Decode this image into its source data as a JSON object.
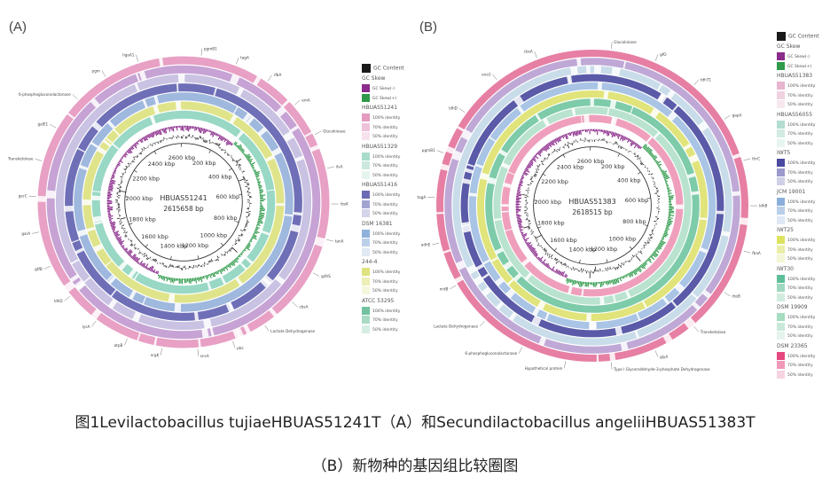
{
  "panels": [
    {
      "id": "A",
      "label": "(A)",
      "center_title": "HBUAS51241",
      "center_size": "2615658 bp",
      "ticks": [
        "200 kbp",
        "400 kbp",
        "600 kbp",
        "800 kbp",
        "1000 kbp",
        "1200 kbp",
        "1400 kbp",
        "1600 kbp",
        "1800 kbp",
        "2000 kbp",
        "2200 kbp",
        "2400 kbp",
        "2600 kbp"
      ],
      "ring_colors": [
        "#e8a0c4",
        "#c6a3d4",
        "#c9c2e2",
        "#6f6fb8",
        "#9fb8de",
        "#dfe48a",
        "#98d8c4"
      ],
      "genes": [
        "pgmB1",
        "tagA",
        "rfbA",
        "emA",
        "Glucokinase",
        "ilvA",
        "rbsK",
        "tanA",
        "gdhS",
        "cbsA",
        "Lactate Dehydrogenase",
        "pbc",
        "sncA",
        "nrgK",
        "atpB",
        "lysA",
        "ldhD",
        "gtfB",
        "garA",
        "gerC",
        "Transketolase",
        "galE1",
        "6-phosphogluconolactonase",
        "pgm",
        "ligaA1"
      ],
      "legend": [
        {
          "title": "GC Content",
          "swatch": "#1a1a1a"
        },
        {
          "title": "GC Skew",
          "items": [
            {
              "label": "GC Skew(-)",
              "color": "#8b2b8b"
            },
            {
              "label": "GC Skew(+)",
              "color": "#2e9a4a"
            }
          ]
        },
        {
          "title": "HBUAS51241",
          "items": [
            {
              "label": "100% identity",
              "color": "#e59ac0"
            },
            {
              "label": "70% identity",
              "color": "#eec3d9"
            },
            {
              "label": "50% identity",
              "color": "#f6e2ec"
            }
          ]
        },
        {
          "title": "HBUAS51329",
          "items": [
            {
              "label": "100% identity",
              "color": "#a8dccb"
            },
            {
              "label": "70% identity",
              "color": "#cbe9de"
            },
            {
              "label": "50% identity",
              "color": "#e6f4ee"
            }
          ]
        },
        {
          "title": "HBUAS51416",
          "items": [
            {
              "label": "100% identity",
              "color": "#6b6bb5"
            },
            {
              "label": "70% identity",
              "color": "#a4a4d3"
            },
            {
              "label": "50% identity",
              "color": "#d3d3ea"
            }
          ]
        },
        {
          "title": "DSM 16381",
          "items": [
            {
              "label": "100% identity",
              "color": "#8fb1dc"
            },
            {
              "label": "70% identity",
              "color": "#bcd0ea"
            },
            {
              "label": "50% identity",
              "color": "#e0e9f4"
            }
          ]
        },
        {
          "title": "244-4",
          "items": [
            {
              "label": "100% identity",
              "color": "#dfe37e"
            },
            {
              "label": "70% identity",
              "color": "#ecefb6"
            },
            {
              "label": "50% identity",
              "color": "#f5f7dc"
            }
          ]
        },
        {
          "title": "ATCC 53295",
          "items": [
            {
              "label": "100% identity",
              "color": "#72c2a0"
            },
            {
              "label": "70% identity",
              "color": "#a9dac4"
            },
            {
              "label": "50% identity",
              "color": "#d6ede2"
            }
          ]
        }
      ]
    },
    {
      "id": "B",
      "label": "(B)",
      "center_title": "HBUAS51383",
      "center_size": "2618515 bp",
      "ticks": [
        "200 kbp",
        "400 kbp",
        "600 kbp",
        "800 kbp",
        "1000 kbp",
        "1200 kbp",
        "1400 kbp",
        "1600 kbp",
        "1800 kbp",
        "2000 kbp",
        "2200 kbp",
        "2400 kbp",
        "2600 kbp"
      ],
      "ring_colors": [
        "#e67fa3",
        "#bfa8d6",
        "#c9dce9",
        "#5a5aa8",
        "#a9c4e4",
        "#e0e47a",
        "#7dcba9",
        "#b9e3cf",
        "#ef9fbc"
      ],
      "genes": [
        "Glucokinase",
        "gfO",
        "tdhT1",
        "gapA",
        "thrC",
        "ldhB",
        "fbaA",
        "rbsB",
        "Transketolase",
        "glyA",
        "Type I Glyceraldehyde-3-phosphate Dehydrogenase",
        "Hypothetical protein",
        "6-phosphogluconolactonase",
        "Lactate Dehydrogenase",
        "nrdB",
        "adhE",
        "tagA",
        "pgmB1",
        "ldhD",
        "eno1",
        "cbsA"
      ],
      "legend": [
        {
          "title": "GC Content",
          "swatch": "#1a1a1a"
        },
        {
          "title": "GC Skew",
          "items": [
            {
              "label": "GC Skew(-)",
              "color": "#8b2b8b"
            },
            {
              "label": "GC Skew(+)",
              "color": "#2e9a4a"
            }
          ]
        },
        {
          "title": "HBUAS51383",
          "items": [
            {
              "label": "100% identity",
              "color": "#e8b5cf"
            },
            {
              "label": "70% identity",
              "color": "#f0d2e1"
            },
            {
              "label": "50% identity",
              "color": "#f7e7ef"
            }
          ]
        },
        {
          "title": "HBUAS56055",
          "items": [
            {
              "label": "100% identity",
              "color": "#b3ddd0"
            },
            {
              "label": "70% identity",
              "color": "#d2ebe3"
            },
            {
              "label": "50% identity",
              "color": "#e8f5f1"
            }
          ]
        },
        {
          "title": "IWT5",
          "items": [
            {
              "label": "100% identity",
              "color": "#4a4aa0"
            },
            {
              "label": "70% identity",
              "color": "#9a9ace"
            },
            {
              "label": "50% identity",
              "color": "#cfcfe8"
            }
          ]
        },
        {
          "title": "JCM 19001",
          "items": [
            {
              "label": "100% identity",
              "color": "#8aaedb"
            },
            {
              "label": "70% identity",
              "color": "#b9cfea"
            },
            {
              "label": "50% identity",
              "color": "#dfe8f4"
            }
          ]
        },
        {
          "title": "IWT25",
          "items": [
            {
              "label": "100% identity",
              "color": "#dde35f"
            },
            {
              "label": "70% identity",
              "color": "#eaeea6"
            },
            {
              "label": "50% identity",
              "color": "#f4f6d6"
            }
          ]
        },
        {
          "title": "IWT30",
          "items": [
            {
              "label": "100% identity",
              "color": "#5fbf9a"
            },
            {
              "label": "70% identity",
              "color": "#9fd8bf"
            },
            {
              "label": "50% identity",
              "color": "#d2ece0"
            }
          ]
        },
        {
          "title": "DSM 19909",
          "items": [
            {
              "label": "100% identity",
              "color": "#a6dcc0"
            },
            {
              "label": "70% identity",
              "color": "#c9eada"
            },
            {
              "label": "50% identity",
              "color": "#e4f4ec"
            }
          ]
        },
        {
          "title": "DSM 23365",
          "items": [
            {
              "label": "100% identity",
              "color": "#e5477f"
            },
            {
              "label": "70% identity",
              "color": "#ef98b8"
            },
            {
              "label": "50% identity",
              "color": "#f7d3e1"
            }
          ]
        }
      ]
    }
  ],
  "caption": {
    "line1": "图1Levilactobacillus tujiaeHBUAS51241T（A）和Secundilactobacillus angeliiHBUAS51383T",
    "line2": "（B）新物种的基因组比较圈图"
  }
}
